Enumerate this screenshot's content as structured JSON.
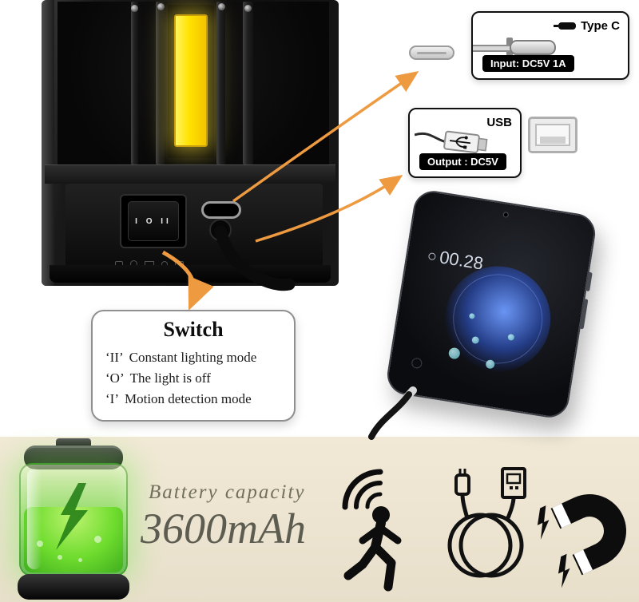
{
  "lamp": {
    "switch_marks": "I O II"
  },
  "callout_type_c": {
    "title": "Type C",
    "label": "Input: DC5V 1A"
  },
  "callout_usb": {
    "title": "USB",
    "label": "Output : DC5V"
  },
  "switch_box": {
    "title": "Switch",
    "items": [
      {
        "key": "‘II’",
        "desc": "Constant lighting mode"
      },
      {
        "key": "‘O’",
        "desc": "The light is off"
      },
      {
        "key": "‘I’",
        "desc": "Motion detection mode"
      }
    ]
  },
  "phone": {
    "time": "00.28"
  },
  "banner": {
    "battery_label": "Battery capacity",
    "battery_value": "3600mAh"
  },
  "colors": {
    "arrow_orange": "#ee9a41",
    "banner_bg": "#eee6d1",
    "battery_green": "#54c328",
    "led_yellow": "#ffe200"
  }
}
